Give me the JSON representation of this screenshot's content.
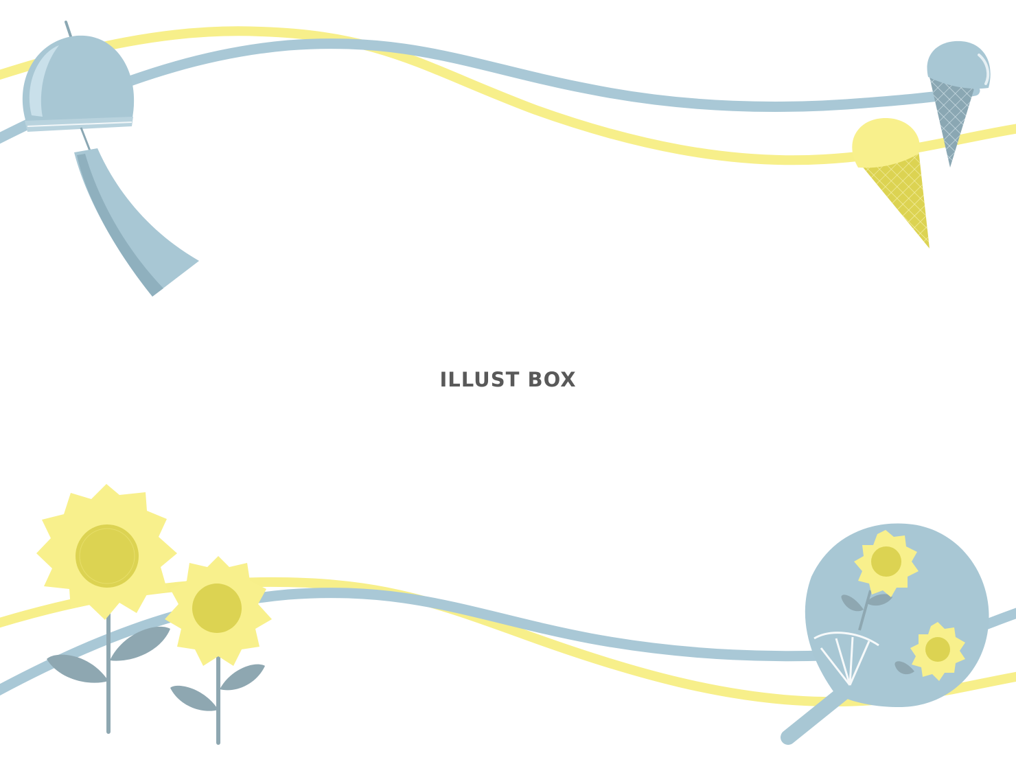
{
  "watermark": {
    "text": "ILLUST BOX",
    "color": "#595959"
  },
  "colors": {
    "background": "#ffffff",
    "ribbon_yellow": "#f7ef8a",
    "ribbon_blue": "#a9c8d6",
    "item_blue": "#a8c7d4",
    "item_blue_dark": "#8aa7b3",
    "item_yellow": "#f8f08c",
    "item_yellow_dark": "#dcd352",
    "leaf": "#8ea7b1"
  },
  "decorations": [
    "wind-chime",
    "ice-cream-blue",
    "ice-cream-yellow",
    "sunflower-large",
    "sunflower-small",
    "paper-fan-uchiwa",
    "wavy-ribbons"
  ]
}
